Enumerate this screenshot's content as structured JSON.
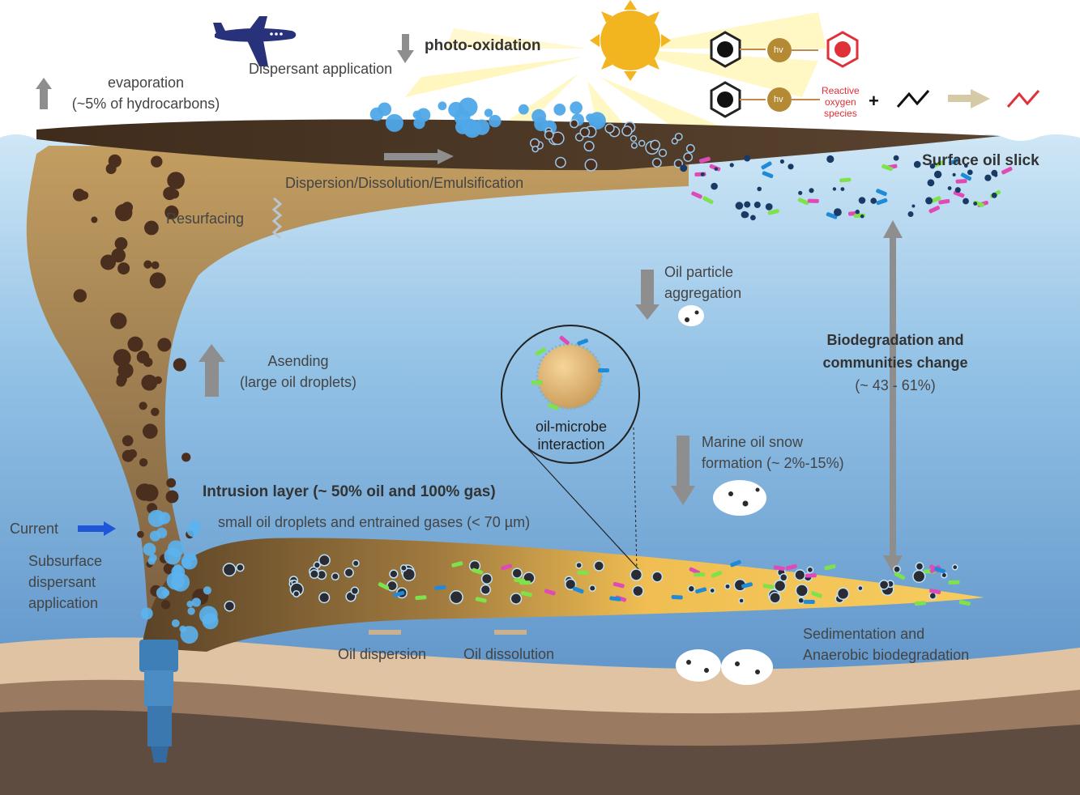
{
  "labels": {
    "photo_oxidation": "photo-oxidation",
    "dispersant_application": "Dispersant application",
    "evaporation": "evaporation",
    "evaporation_pct": "(~5% of hydrocarbons)",
    "reactive_oxygen_species": [
      "Reactive",
      "oxygen",
      "species"
    ],
    "hv": "hv",
    "plus": "+",
    "surface_oil_slick": "Surface oil slick",
    "dispersion": "Dispersion/Dissolution/Emulsification",
    "resurfacing": "Resurfacing",
    "oil_particle_aggregation": [
      "Oil particle",
      "aggregation"
    ],
    "biodegradation": [
      "Biodegradation and",
      "communities change"
    ],
    "biodegradation_pct": "(~ 43 - 61%)",
    "ascending": [
      "Asending",
      "(large oil droplets)"
    ],
    "oil_microbe": [
      "oil-microbe",
      "interaction"
    ],
    "marine_snow": [
      "Marine oil snow",
      "formation (~ 2%-15%)"
    ],
    "intrusion_layer": "Intrusion layer (~ 50% oil and 100% gas)",
    "small_droplets": "small oil droplets and entrained gases (< 70 µm)",
    "current": "Current",
    "subsurface": [
      "Subsurface",
      "dispersant",
      "application"
    ],
    "oil_dispersion": "Oil dispersion",
    "oil_dissolution": "Oil dissolution",
    "sedimentation": [
      "Sedimentation and",
      "Anaerobic biodegradation"
    ]
  },
  "colors": {
    "sky": "#ffffff",
    "sea_top": "#bfe0f4",
    "sea_bottom": "#4f86c0",
    "oil_dark": "#4a3624",
    "oil_plume": "#a88552",
    "intrusion_light": "#f0be52",
    "sediment_light": "#dfc3a2",
    "sediment_mid": "#9b7a62",
    "sediment_dark": "#5a4a3f",
    "sun": "#f3b51f",
    "arrow_grey": "#8e8e8e",
    "current_arrow": "#1f55d8",
    "ros_red": "#e0303a"
  },
  "icons": [
    "airplane-icon",
    "sun-icon",
    "benzene-ring-icon",
    "hv-photon-icon",
    "reactive-ring-icon",
    "zigzag-molecule-icon",
    "marine-snow-icon",
    "wellhead-pipe-icon",
    "magnifier-circle-icon",
    "oil-droplet-icon",
    "bacteria-icon"
  ]
}
